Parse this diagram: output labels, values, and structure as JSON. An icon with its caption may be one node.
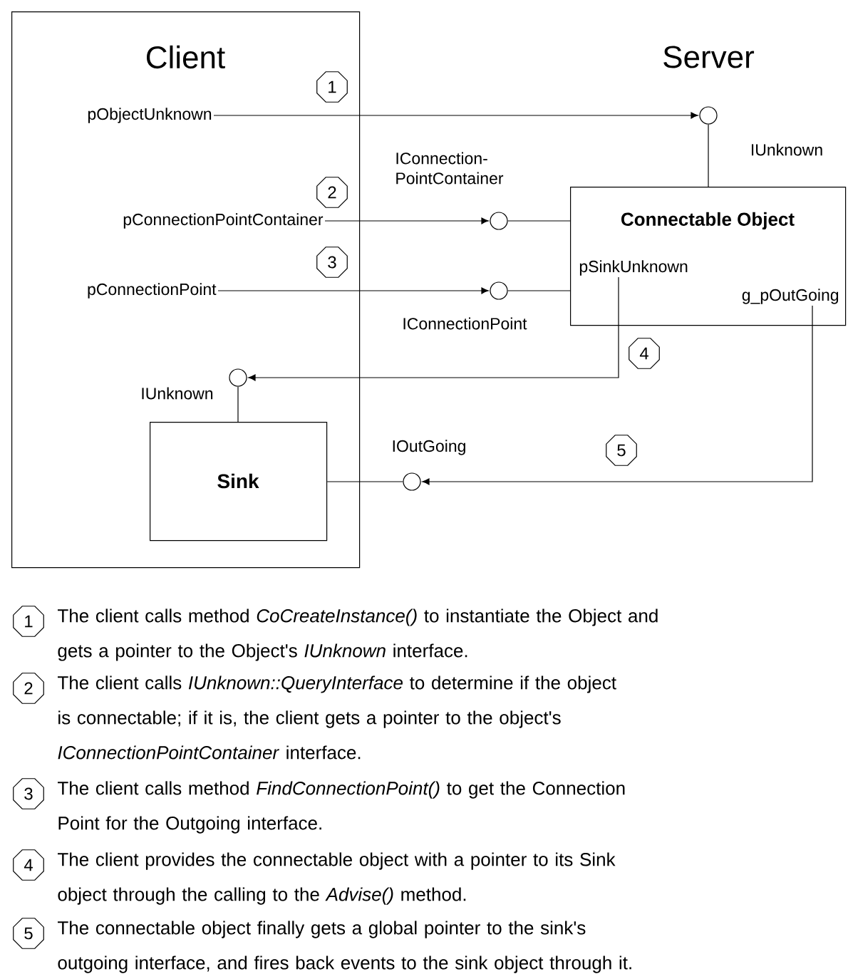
{
  "diagram": {
    "nodes": [
      {
        "text": [
          "Client"
        ]
      },
      {
        "text": [
          "Sink"
        ],
        "in": 0
      },
      {
        "text": [
          "Connectable Object"
        ]
      },
      {
        "text": [
          "pSinkUnknown"
        ],
        "in": 2
      },
      {
        "text": [
          "g_pOutGoing"
        ],
        "in": 2
      },
      {
        "text": [
          "pObjectUnknown"
        ],
        "in": 0
      },
      {
        "text": [
          "pConnectionPointContainer"
        ],
        "in": 0
      },
      {
        "text": [
          "pConnectionPoint"
        ],
        "in": 0
      },
      {
        "text": [],
        "shape": "circle",
        "beside": [
          "IUnknown"
        ]
      },
      {
        "text": [],
        "shape": "circle",
        "beside": [
          "IConnection- PointContainer"
        ]
      },
      {
        "text": [],
        "shape": "circle",
        "beside": [
          "IConnectionPoint"
        ]
      },
      {
        "text": [],
        "shape": "circle",
        "beside": [
          "IUnknown"
        ],
        "in": 0
      },
      {
        "text": [],
        "shape": "circle",
        "beside": [
          "IOutGoing"
        ]
      }
    ],
    "edges": [
      {
        "from": 5,
        "to": 8,
        "arrow": "to"
      },
      {
        "from": 8,
        "to": 2,
        "arrow": "none"
      },
      {
        "from": 6,
        "to": 9,
        "arrow": "to"
      },
      {
        "from": 9,
        "to": 2,
        "arrow": "none"
      },
      {
        "from": 7,
        "to": 10,
        "arrow": "to"
      },
      {
        "from": 10,
        "to": 2,
        "arrow": "none"
      },
      {
        "from": 3,
        "to": 11,
        "arrow": "to"
      },
      {
        "from": 11,
        "to": 1,
        "arrow": "none"
      },
      {
        "from": 4,
        "to": 12,
        "arrow": "to"
      },
      {
        "from": 12,
        "to": 1,
        "arrow": "none"
      }
    ],
    "labels": [
      "Server",
      "1",
      "2",
      "3",
      "4",
      "5",
      "1",
      "The client calls method *CoCreateInstance()* to instantiate the Object and gets a pointer to the Object's *IUnknown* interface.",
      "2",
      "The client calls *IUnknown::QueryInterface* to determine if the object is connectable; if it is, the client gets a pointer to the object's *IConnectionPointContainer* interface.",
      "3",
      "The client calls method *FindConnectionPoint()* to get the Connection Point for the Outgoing interface.",
      "4",
      "The client provides the connectable object with a pointer to its Sink object through the calling to the *Advise()* method.",
      "5",
      "The connectable object finally gets a global pointer to the sink's outgoing interface, and fires back events to the sink object through it."
    ]
  }
}
